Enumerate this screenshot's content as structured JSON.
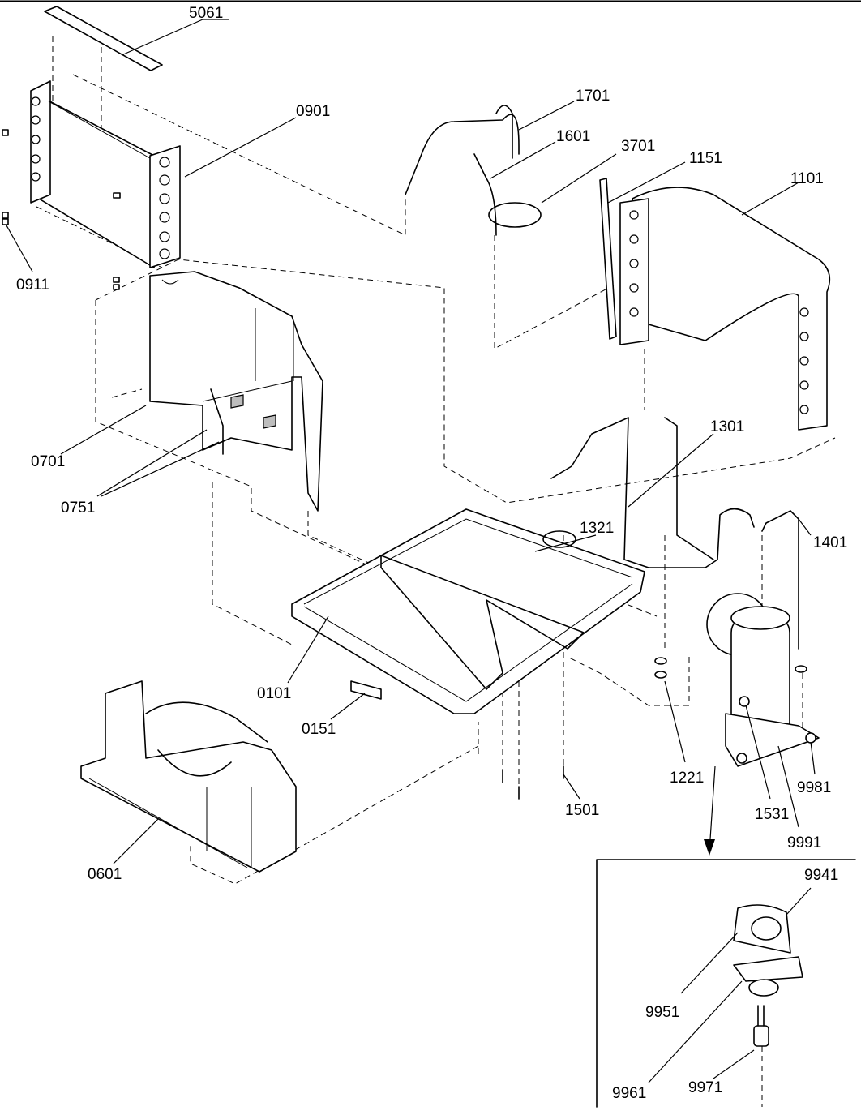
{
  "labels": {
    "p5061": "5061",
    "p0901": "0901",
    "p0911": "0911",
    "p1701": "1701",
    "p1601": "1601",
    "p3701": "3701",
    "p1151": "1151",
    "p1101": "1101",
    "p0701": "0701",
    "p0751": "0751",
    "p1301": "1301",
    "p1321": "1321",
    "p1401": "1401",
    "p0101": "0101",
    "p0151": "0151",
    "p1221": "1221",
    "p1531": "1531",
    "p9981": "9981",
    "p9991": "9991",
    "p1501": "1501",
    "p0601": "0601",
    "p9941": "9941",
    "p9951": "9951",
    "p9961": "9961",
    "p9971": "9971"
  }
}
